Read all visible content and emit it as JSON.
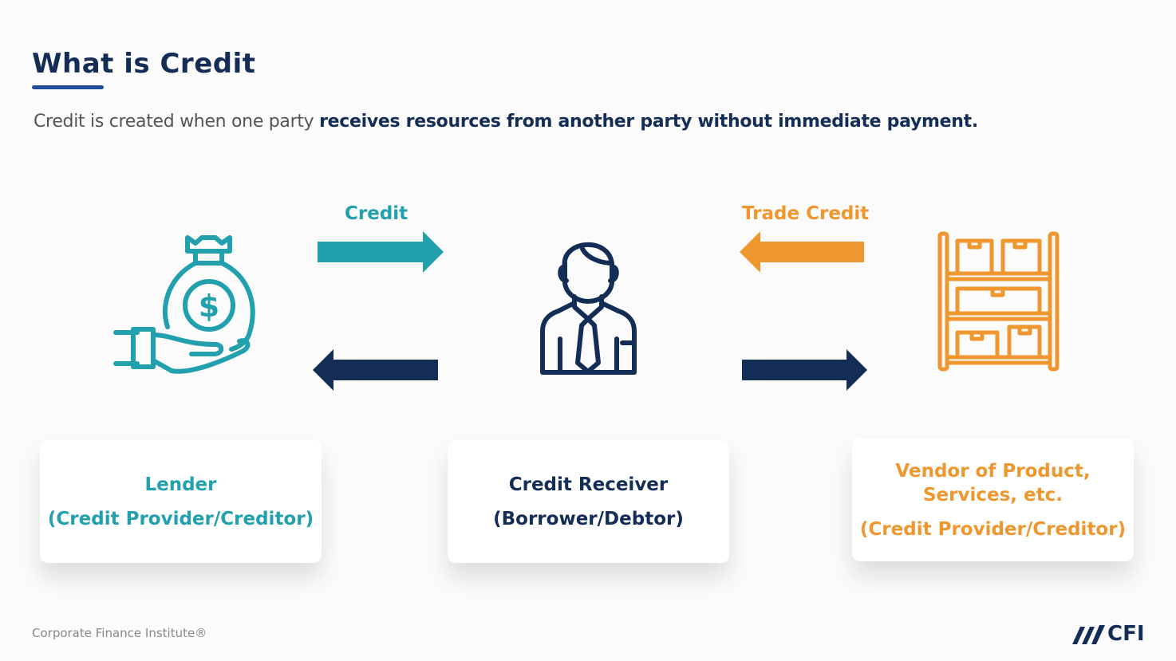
{
  "title": "What is Credit",
  "subtitle": {
    "plain": "Credit is created when one party ",
    "bold": "receives resources from another party without immediate payment."
  },
  "arrows": {
    "credit_label": "Credit",
    "trade_credit_label": "Trade Credit"
  },
  "cards": {
    "lender": {
      "line1": "Lender",
      "line2": "(Credit Provider/Creditor)"
    },
    "receiver": {
      "line1": "Credit Receiver",
      "line2": "(Borrower/Debtor)"
    },
    "vendor": {
      "line1": "Vendor of Product,",
      "line1b": "Services, etc.",
      "line2": "(Credit Provider/Creditor)"
    }
  },
  "footer": "Corporate Finance Institute®",
  "logo": "CFI",
  "colors": {
    "navy": "#132d57",
    "teal": "#22a0ae",
    "orange": "#ef972f"
  }
}
